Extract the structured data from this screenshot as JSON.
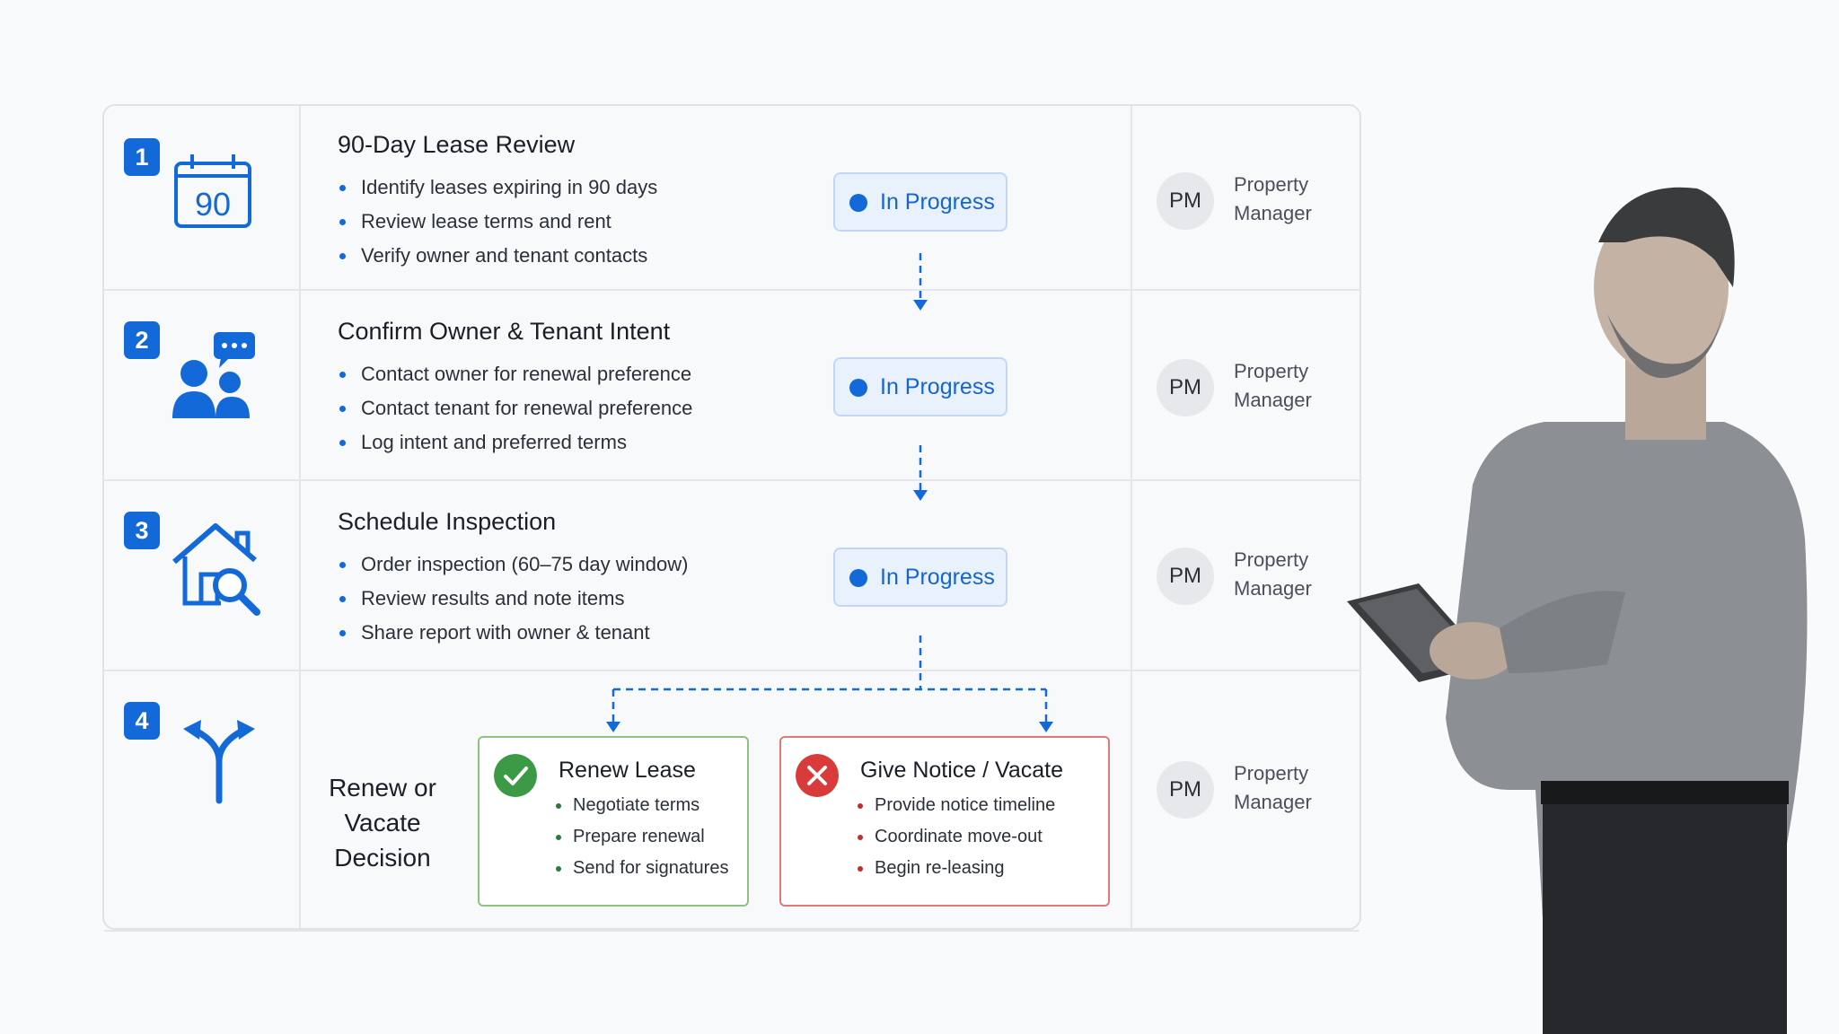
{
  "steps": [
    {
      "number": "1",
      "icon": "calendar-icon",
      "calendar_label": "90",
      "title": "90-Day Lease Review",
      "bullets": [
        "Identify leases expiring in 90 days",
        "Review lease terms and rent",
        "Verify owner and tenant contacts"
      ],
      "status": "In Progress",
      "owner_initials": "PM",
      "owner_role": "Property Manager"
    },
    {
      "number": "2",
      "icon": "people-chat-icon",
      "title": "Confirm Owner & Tenant Intent",
      "bullets": [
        "Contact owner for renewal preference",
        "Contact tenant for renewal preference",
        "Log intent and preferred terms"
      ],
      "status": "In Progress",
      "owner_initials": "PM",
      "owner_role": "Property Manager"
    },
    {
      "number": "3",
      "icon": "house-search-icon",
      "title": "Schedule Inspection",
      "bullets": [
        "Order inspection (60–75 day window)",
        "Review results and note items",
        "Share report with owner & tenant"
      ],
      "status": "In Progress",
      "owner_initials": "PM",
      "owner_role": "Property Manager"
    },
    {
      "number": "4",
      "icon": "split-arrow-icon",
      "title": "Renew or Vacate Decision",
      "owner_initials": "PM",
      "owner_role": "Property Manager"
    }
  ],
  "outcomes": {
    "renew": {
      "icon": "check-icon",
      "title": "Renew Lease",
      "bullets": [
        "Negotiate terms",
        "Prepare renewal",
        "Send for signatures"
      ]
    },
    "vacate": {
      "icon": "close-icon",
      "title": "Give Notice / Vacate",
      "bullets": [
        "Provide notice timeline",
        "Coordinate move-out",
        "Begin re-leasing"
      ]
    }
  },
  "colors": {
    "accent": "#1469d8",
    "success": "#3c9a46",
    "danger": "#d93a3a",
    "status_bg": "#e9f1fd"
  },
  "photo": "man-holding-tablet"
}
